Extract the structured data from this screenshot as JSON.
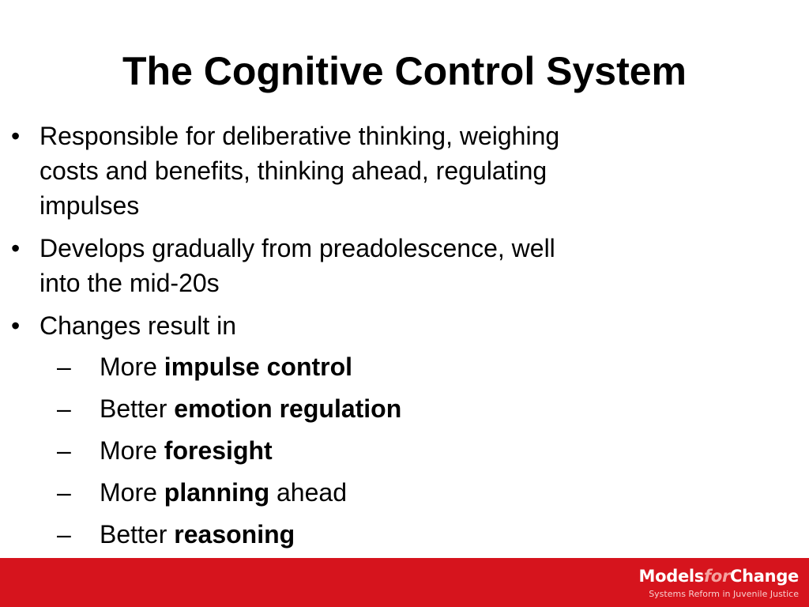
{
  "slide": {
    "title": "The Cognitive Control System",
    "bullets": [
      {
        "marker": "•",
        "line1": "Responsible for deliberative thinking, weighing",
        "line2": "costs and benefits, thinking ahead, regulating",
        "line3": "impulses"
      },
      {
        "marker": "•",
        "line1": "Develops gradually from preadolescence, well",
        "line2": "into the mid-20s"
      },
      {
        "marker": "•",
        "line1": "Changes result in"
      }
    ],
    "sub_items": [
      {
        "dash": "–",
        "plain": "More ",
        "bold": "impulse control",
        "after": ""
      },
      {
        "dash": "–",
        "plain": "Better ",
        "bold": "emotion regulation",
        "after": ""
      },
      {
        "dash": "–",
        "plain": "More ",
        "bold": "foresight",
        "after": ""
      },
      {
        "dash": "–",
        "plain": "More ",
        "bold": "planning",
        "after": " ahead"
      },
      {
        "dash": "–",
        "plain": "Better ",
        "bold": "reasoning",
        "after": ""
      }
    ]
  },
  "footer": {
    "logo_models": "Models",
    "logo_for": "for",
    "logo_change": "Change",
    "tagline": "Systems Reform in Juvenile Justice",
    "band_color": "#d6141d"
  }
}
